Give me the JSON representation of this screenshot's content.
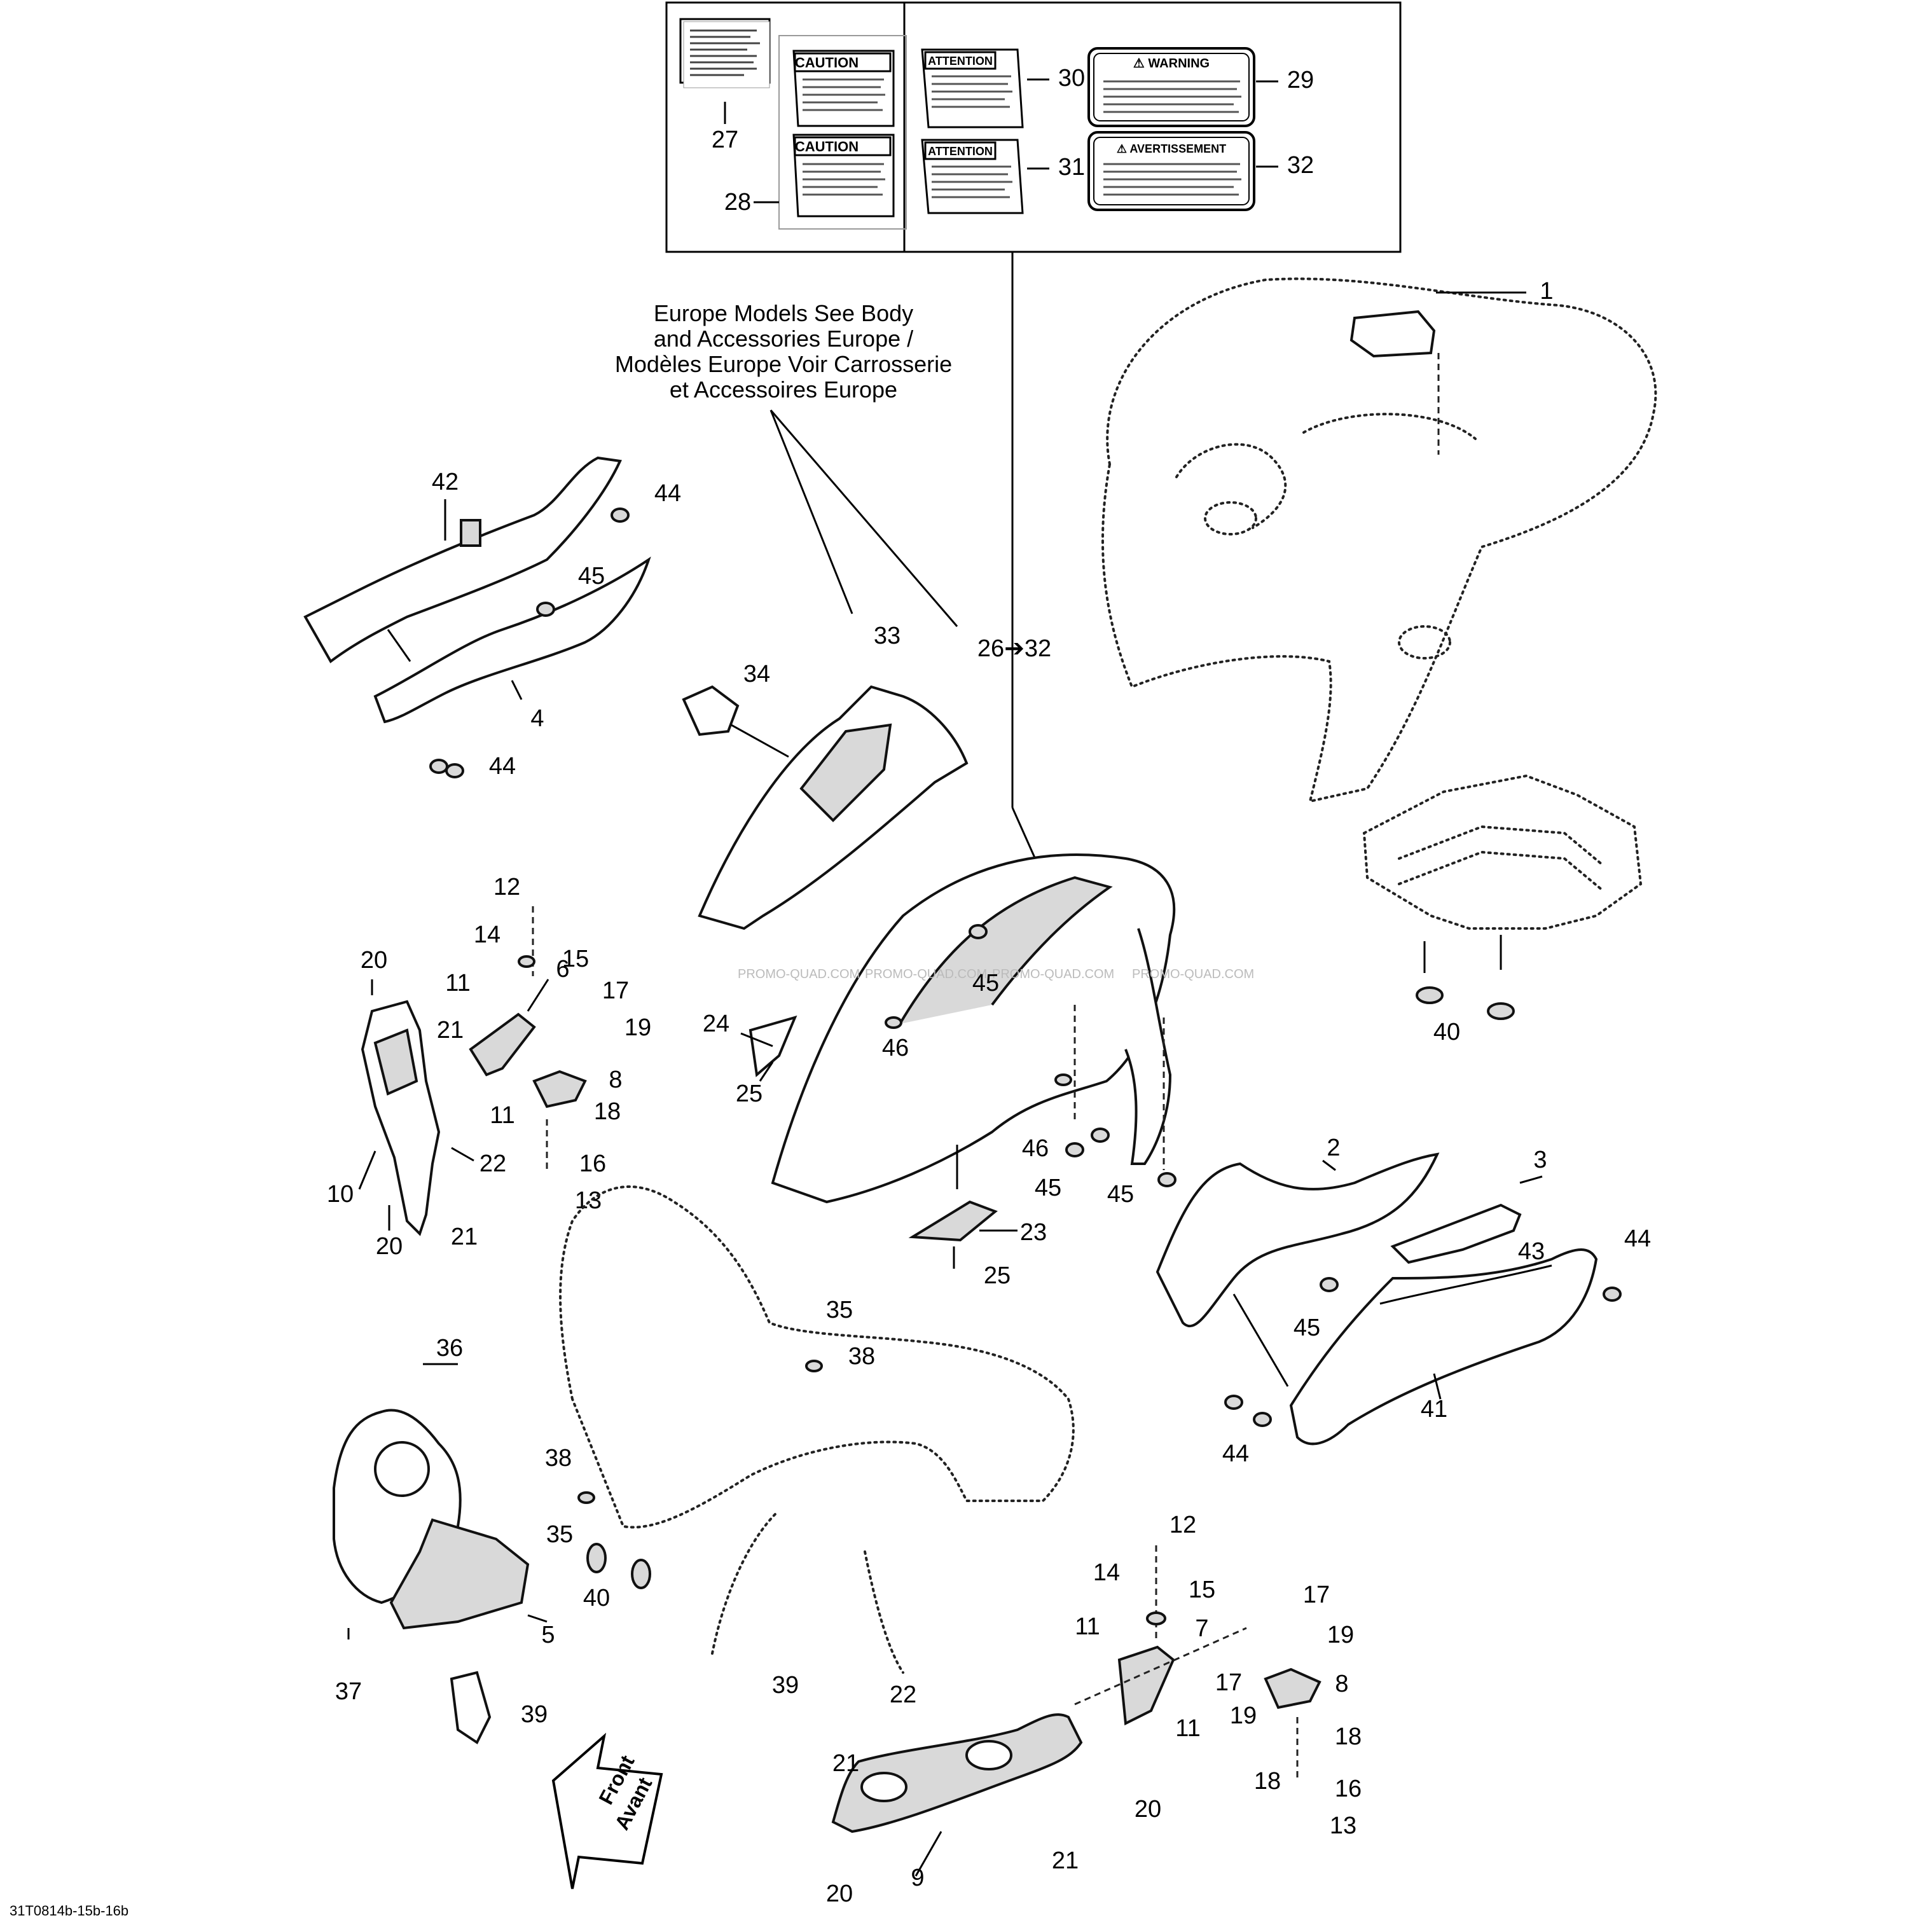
{
  "diagram": {
    "note_lines": [
      "Europe Models See Body",
      "and Accessories Europe /",
      "Modèles Europe Voir Carrosserie",
      "et Accessoires Europe"
    ],
    "decals": {
      "caution_1": "CAUTION",
      "caution_2": "CAUTION",
      "attention_1": "ATTENTION",
      "attention_2": "ATTENTION",
      "warning": "⚠ WARNING",
      "avertissement": "⚠ AVERTISSEMENT"
    },
    "range_label": "26➔32",
    "front_label_1": "Front",
    "front_label_2": "Avant",
    "watermark": "PROMO-QUAD.COM",
    "reference": "31T0814b-15b-16b",
    "parts": {
      "p27": "27",
      "p28": "28",
      "p29": "29",
      "p30": "30",
      "p31": "31",
      "p32": "32",
      "p1": "1",
      "p2": "2",
      "p3": "3",
      "p4": "4",
      "p5": "5",
      "p6": "6",
      "p7": "7",
      "p8a": "8",
      "p8b": "8",
      "p9": "9",
      "p10": "10",
      "p11a": "11",
      "p11b": "11",
      "p11c": "11",
      "p11d": "11",
      "p12a": "12",
      "p12b": "12",
      "p13a": "13",
      "p13b": "13",
      "p14a": "14",
      "p14b": "14",
      "p15a": "15",
      "p15b": "15",
      "p16a": "16",
      "p16b": "16",
      "p17a": "17",
      "p17b": "17",
      "p17c": "17",
      "p18a": "18",
      "p18b": "18",
      "p18c": "18",
      "p19a": "19",
      "p19b": "19",
      "p19c": "19",
      "p20a": "20",
      "p20b": "20",
      "p20c": "20",
      "p20d": "20",
      "p21a": "21",
      "p21b": "21",
      "p21c": "21",
      "p21d": "21",
      "p22a": "22",
      "p22b": "22",
      "p23": "23",
      "p24": "24",
      "p25a": "25",
      "p25b": "25",
      "p33": "33",
      "p34": "34",
      "p35a": "35",
      "p35b": "35",
      "p36": "36",
      "p37": "37",
      "p38a": "38",
      "p38b": "38",
      "p39a": "39",
      "p39b": "39",
      "p40a": "40",
      "p40b": "40",
      "p41": "41",
      "p42": "42",
      "p43": "43",
      "p44a": "44",
      "p44b": "44",
      "p44c": "44",
      "p44d": "44",
      "p45a": "45",
      "p45b": "45",
      "p45c": "45",
      "p45d": "45",
      "p45e": "45",
      "p46a": "46",
      "p46b": "46"
    }
  }
}
